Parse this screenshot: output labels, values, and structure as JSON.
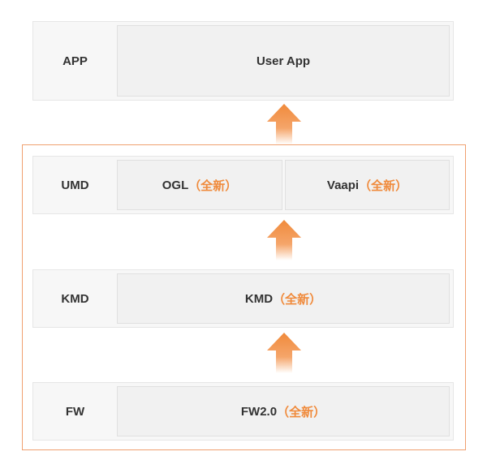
{
  "layers": {
    "app": {
      "label": "APP",
      "cells": [
        {
          "text": "User App",
          "tag": ""
        }
      ]
    },
    "umd": {
      "label": "UMD",
      "cells": [
        {
          "text": "OGL",
          "tag": "（全新）"
        },
        {
          "text": "Vaapi",
          "tag": "（全新）"
        }
      ]
    },
    "kmd": {
      "label": "KMD",
      "cells": [
        {
          "text": "KMD",
          "tag": "（全新）"
        }
      ]
    },
    "fw": {
      "label": "FW",
      "cells": [
        {
          "text": "FW2.0",
          "tag": "（全新）"
        }
      ]
    }
  },
  "colors": {
    "accent": "#f08a3b",
    "frame_border": "#f0a070",
    "layer_bg": "#f7f7f7",
    "cell_bg": "#f1f1f1",
    "text": "#333333"
  },
  "icons": {
    "arrow": "up-arrow-icon"
  }
}
